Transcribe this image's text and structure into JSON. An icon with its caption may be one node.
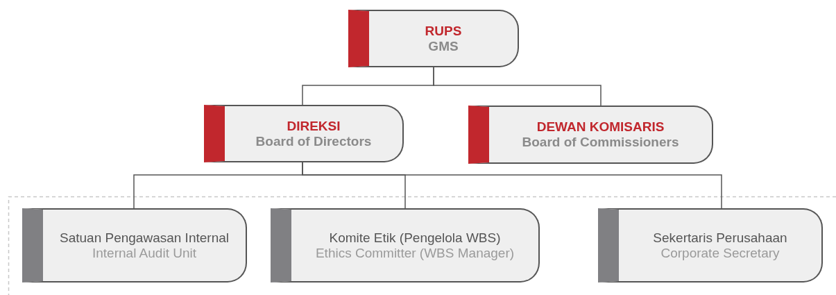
{
  "diagram": {
    "nodes": [
      {
        "text": [
          "RUPS",
          "GMS"
        ]
      },
      {
        "text": [
          "DIREKSI",
          "Board of Directors"
        ]
      },
      {
        "text": [
          "DEWAN KOMISARIS",
          "Board of Commissioners"
        ]
      },
      {
        "text": [
          "Satuan Pengawasan Internal",
          "Internal Audit Unit"
        ]
      },
      {
        "text": [
          "Komite Etik (Pengelola WBS)",
          "Ethics Committer (WBS Manager)"
        ]
      },
      {
        "text": [
          "Sekertaris Perusahaan",
          "Corporate Secretary"
        ]
      }
    ],
    "edges": [
      {
        "from": 0,
        "to": 1,
        "arrow": "none"
      },
      {
        "from": 0,
        "to": 2,
        "arrow": "none"
      },
      {
        "from": 1,
        "to": 3,
        "arrow": "none"
      },
      {
        "from": 1,
        "to": 4,
        "arrow": "none"
      },
      {
        "from": 1,
        "to": 5,
        "arrow": "none"
      }
    ]
  }
}
